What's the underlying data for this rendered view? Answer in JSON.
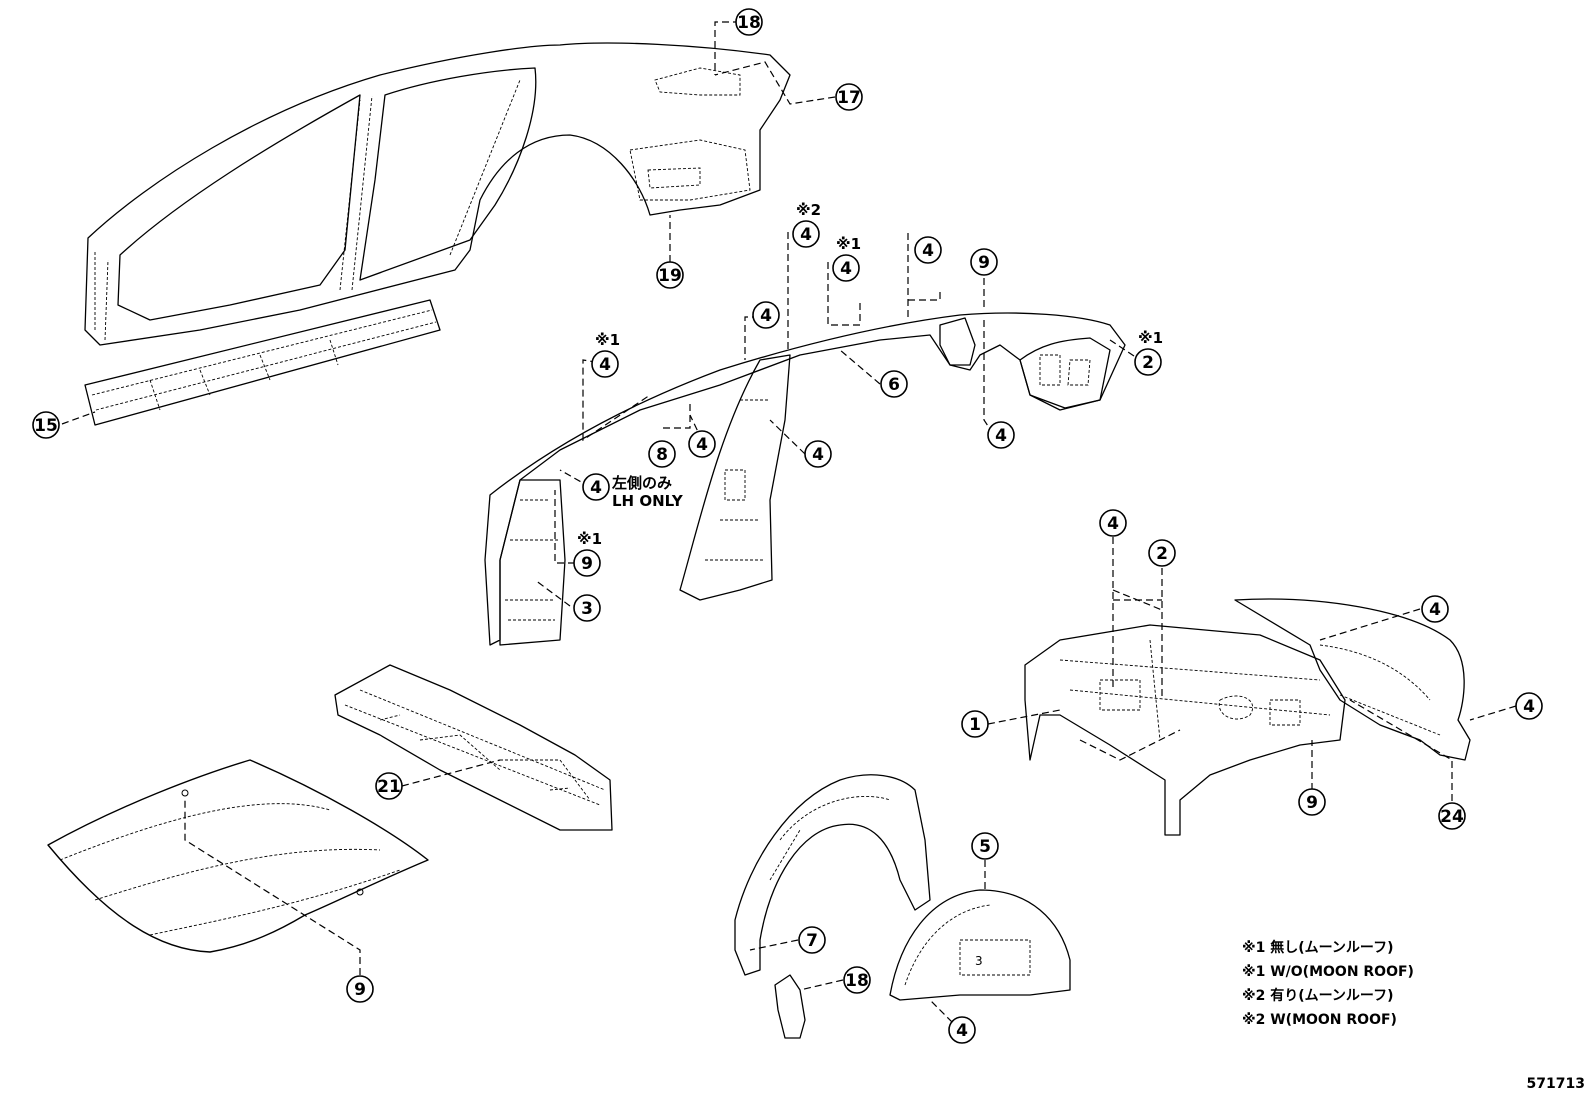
{
  "callouts": [
    {
      "id": "c-18a",
      "label": "18"
    },
    {
      "id": "c-17",
      "label": "17"
    },
    {
      "id": "c-19",
      "label": "19"
    },
    {
      "id": "c-15",
      "label": "15"
    },
    {
      "id": "c-4a",
      "label": "4",
      "mark": "※2"
    },
    {
      "id": "c-4b",
      "label": "4",
      "mark": "※1"
    },
    {
      "id": "c-4c",
      "label": "4"
    },
    {
      "id": "c-9a",
      "label": "9"
    },
    {
      "id": "c-4d",
      "label": "4"
    },
    {
      "id": "c-4e",
      "label": "4",
      "mark": "※1"
    },
    {
      "id": "c-2a",
      "label": "2",
      "mark": "※1"
    },
    {
      "id": "c-6",
      "label": "6"
    },
    {
      "id": "c-8",
      "label": "8"
    },
    {
      "id": "c-4f",
      "label": "4"
    },
    {
      "id": "c-4g",
      "label": "4"
    },
    {
      "id": "c-4h",
      "label": "4"
    },
    {
      "id": "c-4i",
      "label": "4"
    },
    {
      "id": "c-9b",
      "label": "9",
      "mark": "※1"
    },
    {
      "id": "c-3",
      "label": "3"
    },
    {
      "id": "c-4j",
      "label": "4"
    },
    {
      "id": "c-2b",
      "label": "2"
    },
    {
      "id": "c-4k",
      "label": "4"
    },
    {
      "id": "c-1",
      "label": "1"
    },
    {
      "id": "c-4l",
      "label": "4"
    },
    {
      "id": "c-9c",
      "label": "9"
    },
    {
      "id": "c-24",
      "label": "24"
    },
    {
      "id": "c-21",
      "label": "21"
    },
    {
      "id": "c-5",
      "label": "5"
    },
    {
      "id": "c-7",
      "label": "7"
    },
    {
      "id": "c-18b",
      "label": "18"
    },
    {
      "id": "c-4m",
      "label": "4"
    },
    {
      "id": "c-9d",
      "label": "9"
    }
  ],
  "notes": {
    "lh_only_jp": "左側のみ",
    "lh_only_en": "LH ONLY"
  },
  "legend": [
    "※1 無し(ムーンルーフ)",
    "※1 W/O(MOON ROOF)",
    "※2 有り(ムーンルーフ)",
    "※2 W(MOON ROOF)"
  ],
  "drawing_number": "571713"
}
